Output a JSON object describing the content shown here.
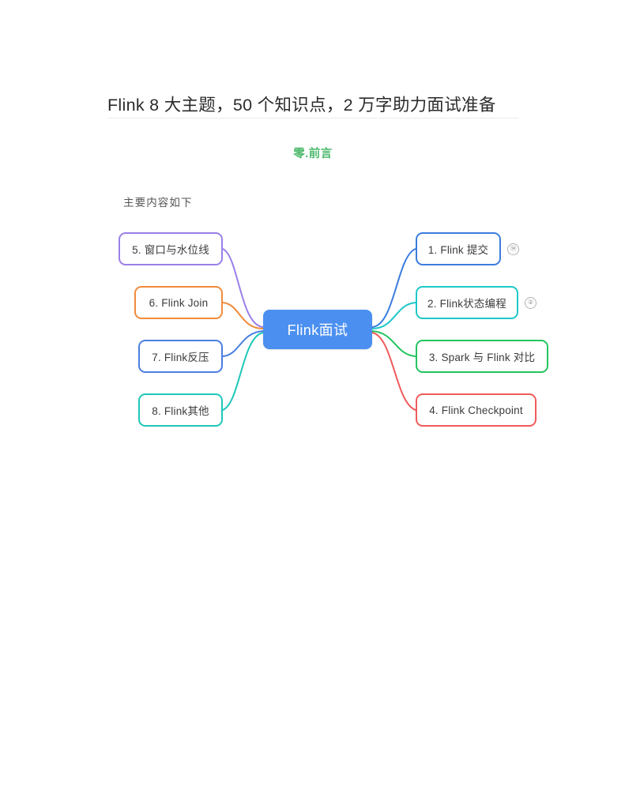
{
  "article": {
    "title": "Flink 8 大主题，50 个知识点，2 万字助力面试准备",
    "section_heading": "零.前言",
    "lead_text": "主要内容如下"
  },
  "mindmap": {
    "center": {
      "label": "Flink面试",
      "fill_color": "#4b90f0",
      "text_color": "#ffffff"
    },
    "right_branches": [
      {
        "label": "1. Flink 提交",
        "color": "#3b7ddd",
        "badge": "⑭"
      },
      {
        "label": "2. Flink状态编程",
        "color": "#1ec7c7",
        "badge": "②"
      },
      {
        "label": "3. Spark 与 Flink 对比",
        "color": "#23c55e",
        "badge": ""
      },
      {
        "label": "4. Flink Checkpoint",
        "color": "#ef5b5b",
        "badge": ""
      }
    ],
    "left_branches": [
      {
        "label": "5. 窗口与水位线",
        "color": "#9b7fe8"
      },
      {
        "label": "6. Flink Join",
        "color": "#f08b3c"
      },
      {
        "label": "7. Flink反压",
        "color": "#4a7fe0"
      },
      {
        "label": "8. Flink其他",
        "color": "#1ec7b8"
      }
    ]
  },
  "colors": {
    "heading_green": "#4cb96b",
    "rule": "#ececec",
    "body_text": "#333333"
  }
}
